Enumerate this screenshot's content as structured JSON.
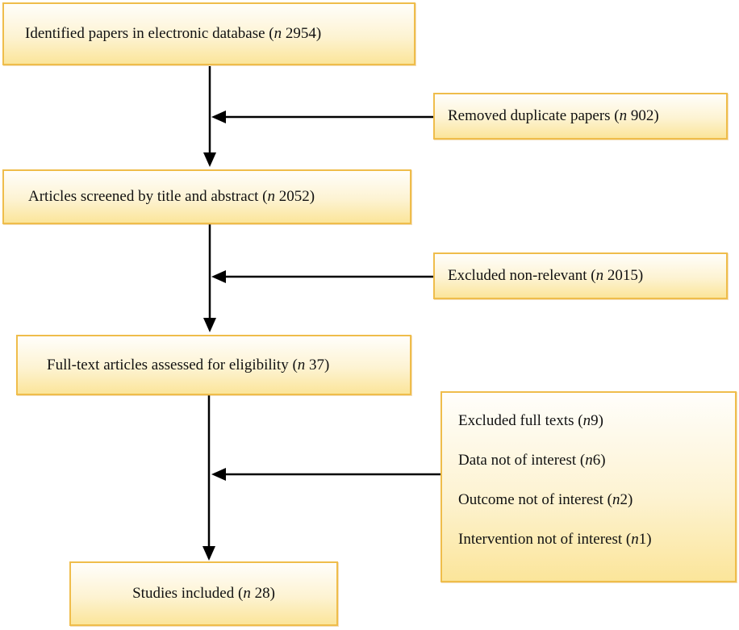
{
  "diagram": {
    "type": "flowchart",
    "style": {
      "box_border_color": "#efbd4b",
      "box_fill_top": "#fffefb",
      "box_fill_bottom": "#fbe59a",
      "arrow_color": "#000000",
      "text_color": "#111111",
      "background": "#ffffff"
    },
    "boxes": {
      "identified": {
        "pre": "Identified papers in electronic database (",
        "n": "n",
        "post": " 2954)"
      },
      "removed_duplicates": {
        "pre": "Removed duplicate papers (",
        "n": "n",
        "post": " 902)"
      },
      "screened": {
        "pre": "Articles screened by title and abstract (",
        "n": "n",
        "post": " 2052)"
      },
      "excluded_nonrelevant": {
        "pre": "Excluded non-relevant (",
        "n": "n",
        "post": " 2015)"
      },
      "fulltext_assessed": {
        "pre": "Full-text articles assessed for eligibility (",
        "n": "n",
        "post": " 37)"
      },
      "excluded_fulltext": {
        "lines": [
          {
            "pre": "Excluded full texts (",
            "n": "n",
            "post": " 9)"
          },
          {
            "pre": "Data not of interest (",
            "n": "n",
            "post": " 6)"
          },
          {
            "pre": "Outcome not of interest (",
            "n": "n",
            "post": " 2)"
          },
          {
            "pre": "Intervention not of interest (",
            "n": "n",
            "post": " 1)"
          }
        ]
      },
      "included": {
        "pre": "Studies included (",
        "n": "n",
        "post": " 28)"
      }
    }
  }
}
